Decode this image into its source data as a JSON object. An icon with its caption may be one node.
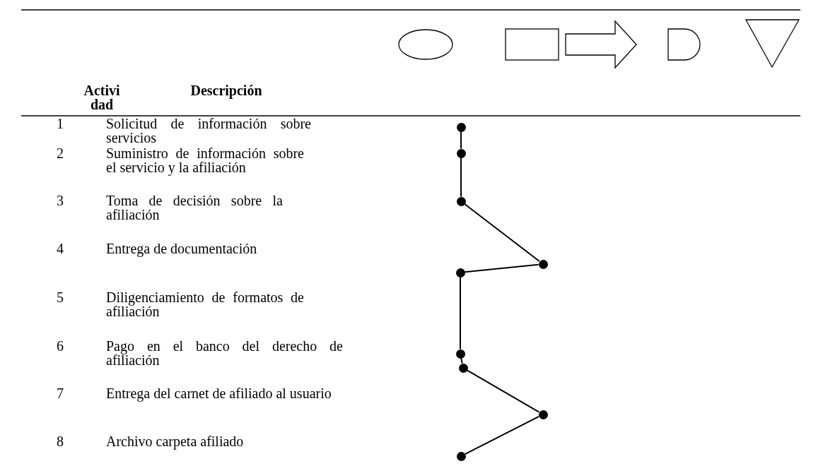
{
  "diagram": {
    "nodes": [
      {
        "text": [],
        "shape": "circle"
      },
      {
        "text": [],
        "shape": "circle"
      },
      {
        "text": [],
        "shape": "circle"
      },
      {
        "text": [],
        "shape": "circle"
      },
      {
        "text": [],
        "shape": "circle"
      },
      {
        "text": [],
        "shape": "circle"
      },
      {
        "text": [],
        "shape": "circle"
      },
      {
        "text": [],
        "shape": "circle"
      },
      {
        "text": [],
        "shape": "circle"
      }
    ],
    "edges": [
      {
        "from": 0,
        "to": 1,
        "arrow": "none"
      },
      {
        "from": 1,
        "to": 2,
        "arrow": "none"
      },
      {
        "from": 2,
        "to": 3,
        "arrow": "none"
      },
      {
        "from": 3,
        "to": 4,
        "arrow": "none"
      },
      {
        "from": 4,
        "to": 5,
        "arrow": "none"
      },
      {
        "from": 5,
        "to": 6,
        "arrow": "none"
      },
      {
        "from": 6,
        "to": 7,
        "arrow": "none"
      },
      {
        "from": 7,
        "to": 8,
        "arrow": "none"
      }
    ],
    "labels": [
      "Activi dad",
      "Descripción",
      "1",
      "Solicitud de información sobre servicios",
      "2",
      "Suministro de información sobre el servicio y la afiliación",
      "3",
      "Toma de decisión sobre la afiliación",
      "4",
      "Entrega de documentación",
      "5",
      "Diligenciamiento de formatos de afiliación",
      "6",
      "Pago en el banco del derecho de afiliación",
      "7",
      "Entrega del carnet de afiliado al usuario",
      "8",
      "Archivo carpeta afiliado"
    ]
  }
}
